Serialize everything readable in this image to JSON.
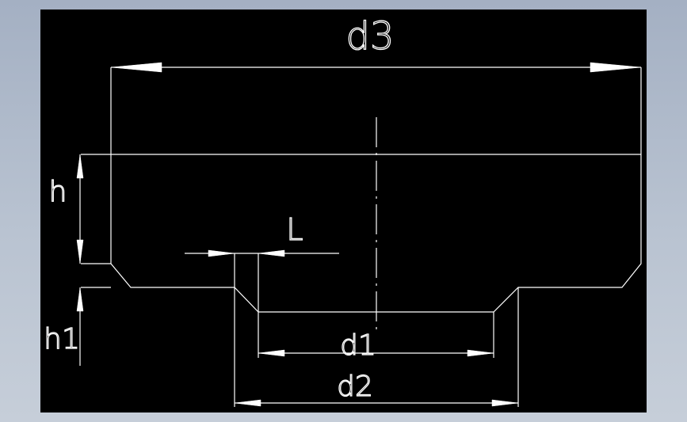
{
  "drawing": {
    "background_color": "#000000",
    "line_color": "#ffffff",
    "labels": {
      "d3": "d3",
      "h": "h",
      "L": "L",
      "h1": "h1",
      "d1": "d1",
      "d2": "d2"
    }
  }
}
